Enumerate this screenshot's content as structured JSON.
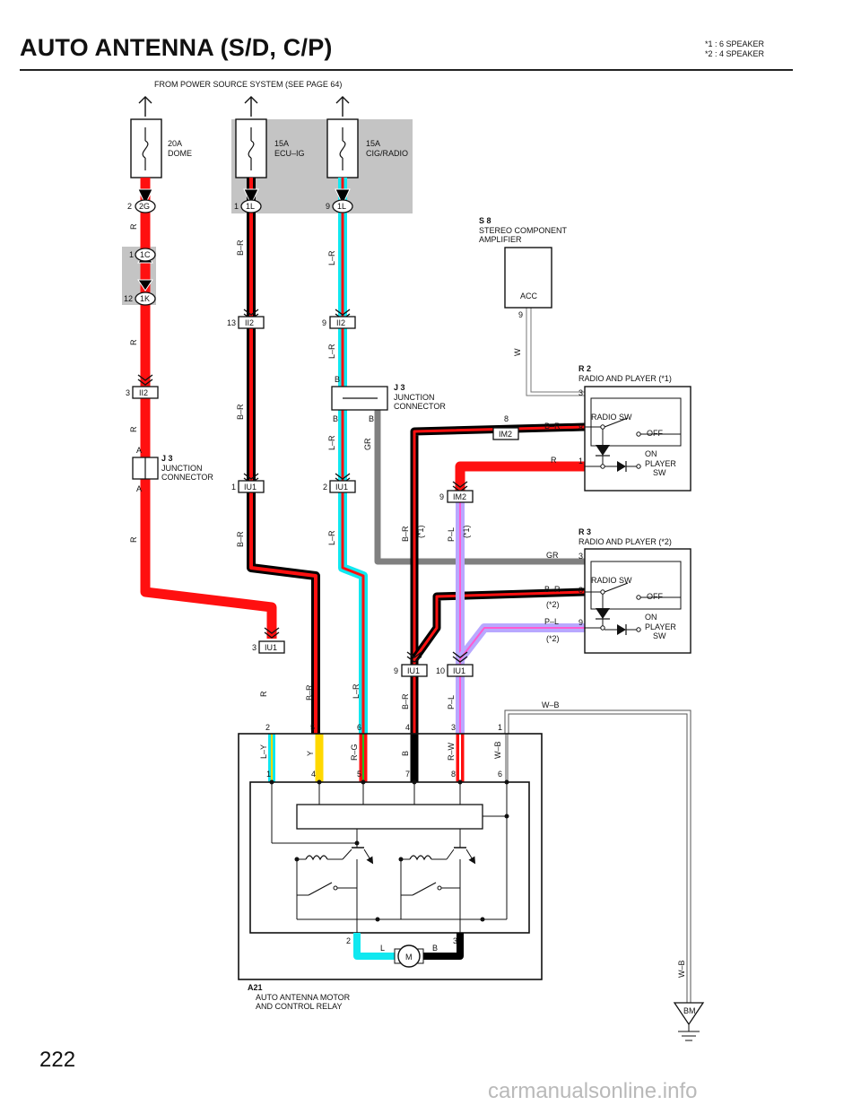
{
  "title": "AUTO ANTENNA (S/D, C/P)",
  "notes": [
    "*1 : 6 SPEAKER",
    "*2 : 4 SPEAKER"
  ],
  "page_number": "222",
  "watermark": "carmanualsonline.info",
  "source_label": "FROM POWER SOURCE SYSTEM (SEE PAGE 64)",
  "fuses": {
    "dome": {
      "amp": "20A",
      "name": "DOME"
    },
    "ecu_ig": {
      "amp": "15A",
      "name": "ECU–IG"
    },
    "cig_radio": {
      "amp": "15A",
      "name": "CIG/RADIO"
    }
  },
  "connectors": {
    "c2G": "2G",
    "c1L": "1L",
    "c1C": "1C",
    "c1K": "1K",
    "II2": "II2",
    "IU1": "IU1",
    "IM2": "IM2",
    "BM": "BM"
  },
  "pins": {
    "p2": "2",
    "p1": "1",
    "p9": "9",
    "p12": "12",
    "p13": "13",
    "p3": "3",
    "p4": "4",
    "p5": "5",
    "p6": "6",
    "p7": "7",
    "p8": "8",
    "p10": "10"
  },
  "wires": {
    "R": "R",
    "BR": "B–R",
    "LR": "L–R",
    "W": "W",
    "GR": "GR",
    "B": "B",
    "PL": "P–L",
    "WB": "W–B",
    "LY": "L–Y",
    "Y": "Y",
    "RG": "R–G",
    "RW": "R–W",
    "L": "L",
    "A": "A"
  },
  "notes_inline": {
    "n1": "(*1)",
    "n2": "(*2)"
  },
  "components": {
    "j3_left": {
      "id": "J 3",
      "name1": "JUNCTION",
      "name2": "CONNECTOR"
    },
    "j3_mid": {
      "id": "J 3",
      "name1": "JUNCTION",
      "name2": "CONNECTOR"
    },
    "s8": {
      "id": "S 8",
      "name1": "STEREO COMPONENT",
      "name2": "AMPLIFIER",
      "acc": "ACC"
    },
    "r2": {
      "id": "R 2",
      "name": "RADIO AND PLAYER (*1)"
    },
    "r3": {
      "id": "R 3",
      "name": "RADIO AND PLAYER (*2)"
    },
    "radio_sw": "RADIO SW",
    "off": "OFF",
    "on": "ON",
    "player": "PLAYER",
    "sw": "SW",
    "a21": {
      "id": "A21",
      "name1": "AUTO ANTENNA MOTOR",
      "name2": "AND CONTROL RELAY"
    },
    "motor": "M"
  },
  "colors": {
    "red": "#ff1010",
    "black": "#000000",
    "cyan": "#10e8f0",
    "gray": "#808080",
    "yellow": "#ffd800",
    "violet": "#b8a8ff",
    "fuse_bg": "#c4c4c4"
  }
}
